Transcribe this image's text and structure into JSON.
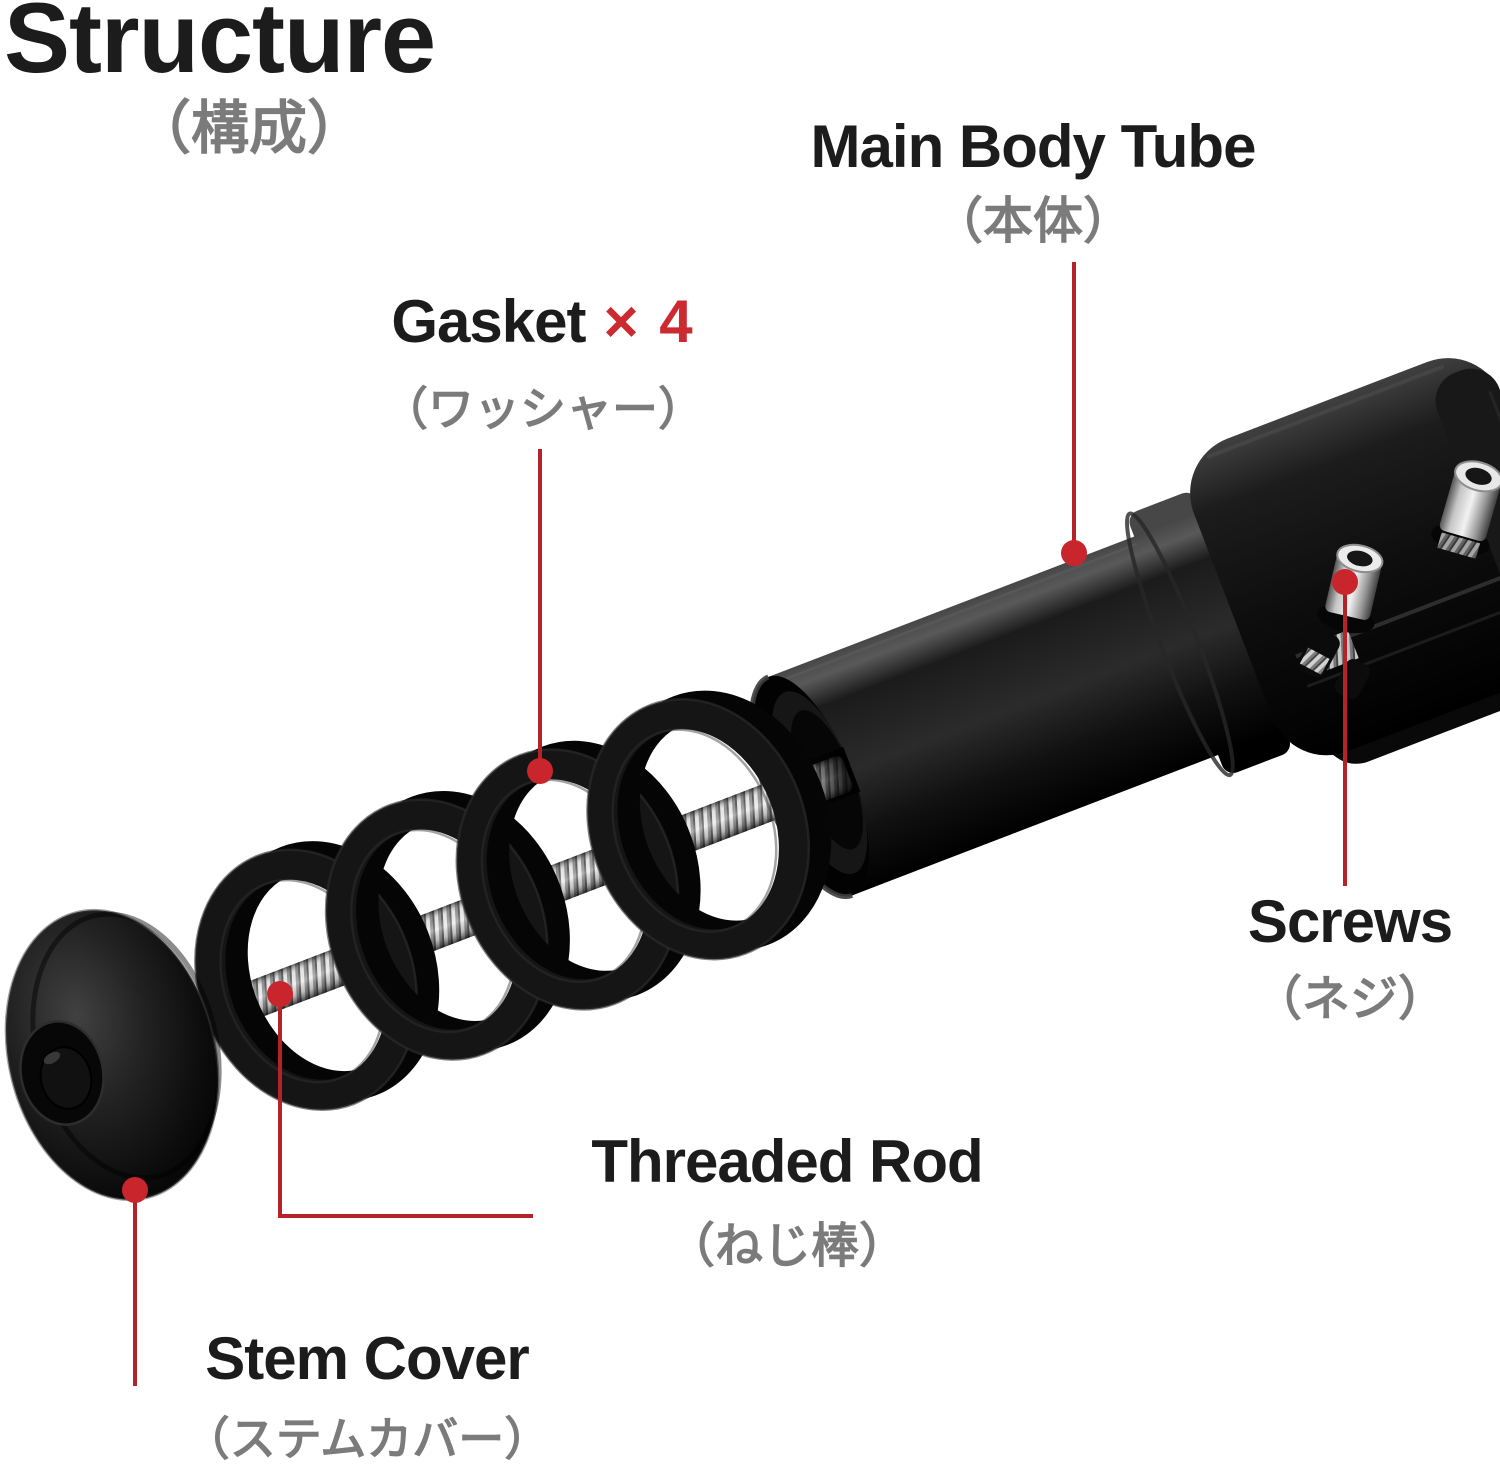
{
  "title": {
    "en": "Structure",
    "ja": "（構成）"
  },
  "labels": {
    "main_body_tube": {
      "en": "Main Body Tube",
      "ja": "（本体）"
    },
    "gasket": {
      "en": "Gasket",
      "qty": "× 4",
      "ja": "（ワッシャー）"
    },
    "screws": {
      "en": "Screws",
      "ja": "（ネジ）"
    },
    "threaded_rod": {
      "en": "Threaded Rod",
      "ja": "（ねじ棒）"
    },
    "stem_cover": {
      "en": "Stem Cover",
      "ja": "（ステムカバー）"
    }
  },
  "colors": {
    "background": "#ffffff",
    "label_black": "#1c1c1c",
    "label_gray": "#7b7b7b",
    "accent_red": "#cc2a31",
    "leader_line_red": "#b5222a",
    "callout_dot_red": "#c9252c"
  }
}
